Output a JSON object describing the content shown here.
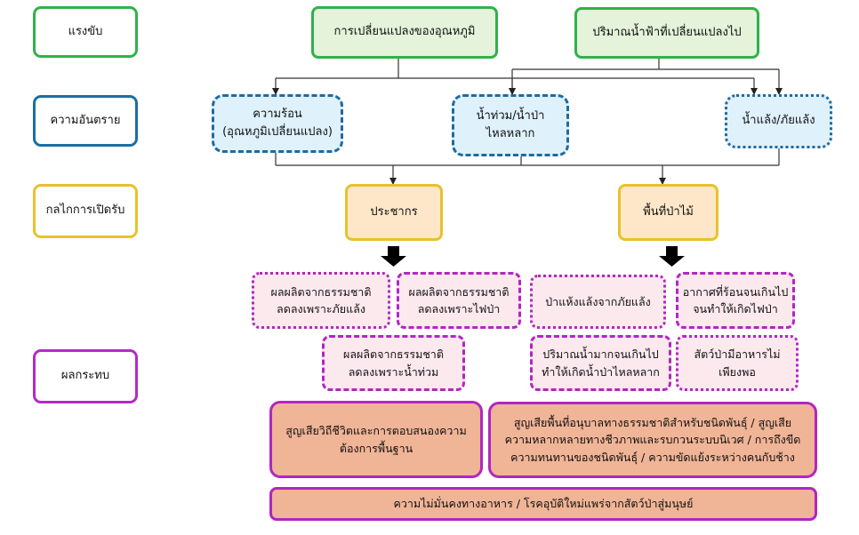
{
  "categories": {
    "driver": "แรงขับ",
    "hazard": "ความอันตราย",
    "mechanism": "กลไกการเปิดรับ",
    "impact": "ผลกระทบ"
  },
  "drivers": {
    "temperature": "การเปลี่ยนแปลงของอุณหภูมิ",
    "rainfall": "ปริมาณน้ำฟ้าที่เปลี่ยนแปลงไป"
  },
  "hazards": {
    "heat_line1": "ความร้อน",
    "heat_line2": "(อุณหภูมิเปลี่ยนแปลง)",
    "flood_line1": "น้ำท่วม/น้ำป่า",
    "flood_line2": "ไหลหลาก",
    "drought": "น้ำแล้ง/ภัยแล้ง"
  },
  "exposure": {
    "population": "ประชากร",
    "forest": "พื้นที่ป่าไม้"
  },
  "impacts": {
    "drought_yield_l1": "ผลผลิตจากธรรมชาติ",
    "drought_yield_l2": "ลดลงเพราะภัยแล้ง",
    "fire_yield_l1": "ผลผลิตจากธรรมชาติ",
    "fire_yield_l2": "ลดลงเพราะไฟป่า",
    "flood_yield_l1": "ผลผลิตจากธรรมชาติ",
    "flood_yield_l2": "ลดลงเพราะน้ำท่วม",
    "forest_dry": "ป่าแห้งแล้งจากภัยแล้ง",
    "hot_fire_l1": "อากาศที่ร้อนจนเกินไป",
    "hot_fire_l2": "จนทำให้เกิดไฟป่า",
    "excess_water_l1": "ปริมาณน้ำมากจนเกินไป",
    "excess_water_l2": "ทำให้เกิดน้ำป่าไหลหลาก",
    "wildlife_food_l1": "สัตว์ป่ามีอาหารไม่",
    "wildlife_food_l2": "เพียงพอ"
  },
  "results": {
    "livelihood_l1": "สูญเสียวิถีชีวิตและการตอบสนองความ",
    "livelihood_l2": "ต้องการพื้นฐาน",
    "biodiversity_l1": "สูญเสียพื้นที่อนุบาลทางธรรมชาติสำหรับชนิดพันธุ์ / สูญเสีย",
    "biodiversity_l2": "ความหลากหลายทางชีวภาพและรบกวนระบบนิเวศ / การถึงขีด",
    "biodiversity_l3": "ความทนทานของชนิดพันธุ์ / ความขัดแย้งระหว่างคนกับช้าง",
    "food_security": "ความไม่มั่นคงทางอาหาร / โรคอุบัติใหม่แพร่จากสัตว์ป่าสู่มนุษย์"
  }
}
